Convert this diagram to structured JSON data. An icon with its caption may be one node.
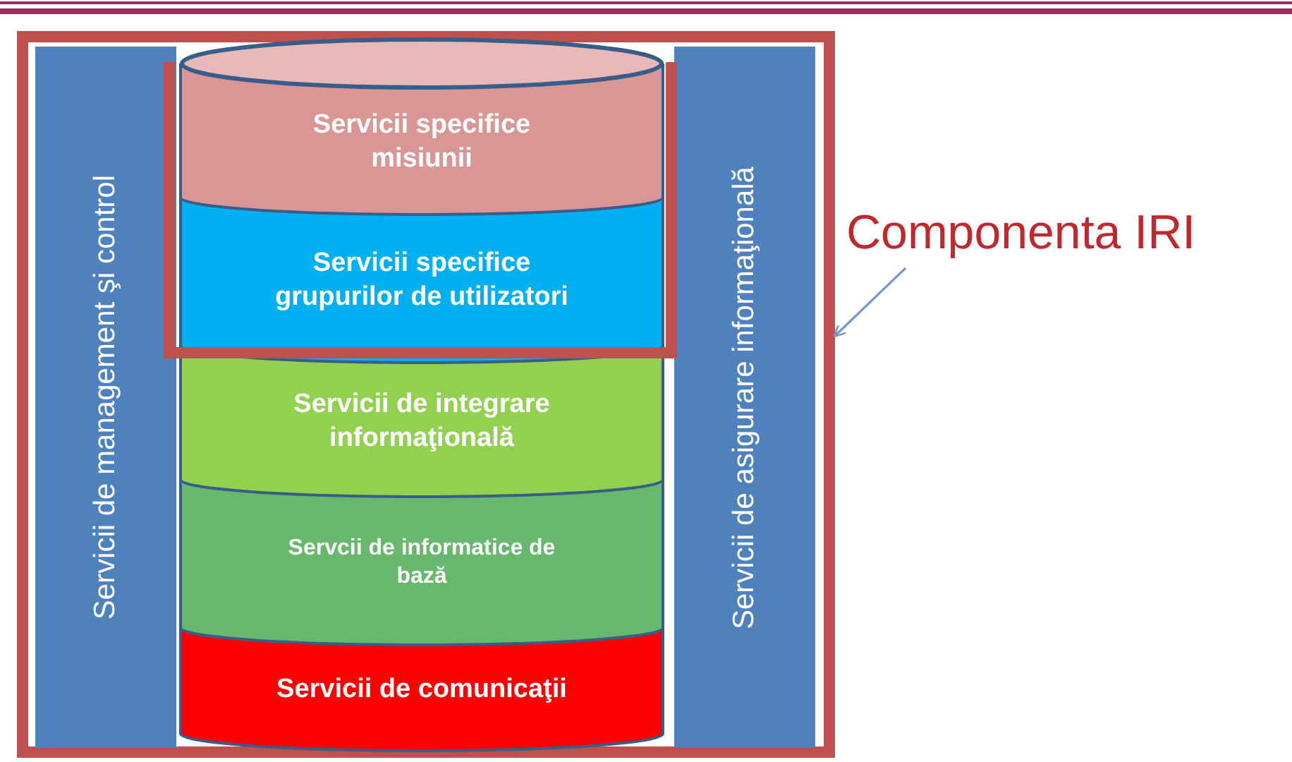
{
  "diagram": {
    "nodes": [
      {
        "text": [],
        "shape": "box"
      },
      {
        "text": [
          "Servicii de management şi control"
        ],
        "in": 0
      },
      {
        "text": [],
        "shape": "box",
        "in": 0
      },
      {
        "text": [
          "Servicii specifice misiunii"
        ],
        "in": 2
      },
      {
        "text": [
          "Servicii specifice grupurilor de utilizatori"
        ],
        "in": 2
      },
      {
        "text": [
          "Servicii de integrare informaţională"
        ],
        "in": 0
      },
      {
        "text": [
          "Servcii de informatice de bază"
        ],
        "in": 0
      },
      {
        "text": [
          "Servicii de comunicaţii"
        ],
        "in": 0
      },
      {
        "text": [
          "Servicii de asigurare informaţională"
        ],
        "in": 0
      },
      {
        "text": [
          "Componenta IRI"
        ]
      }
    ],
    "edges": [
      {
        "from": 9,
        "to": 0,
        "arrow": "to"
      }
    ]
  }
}
